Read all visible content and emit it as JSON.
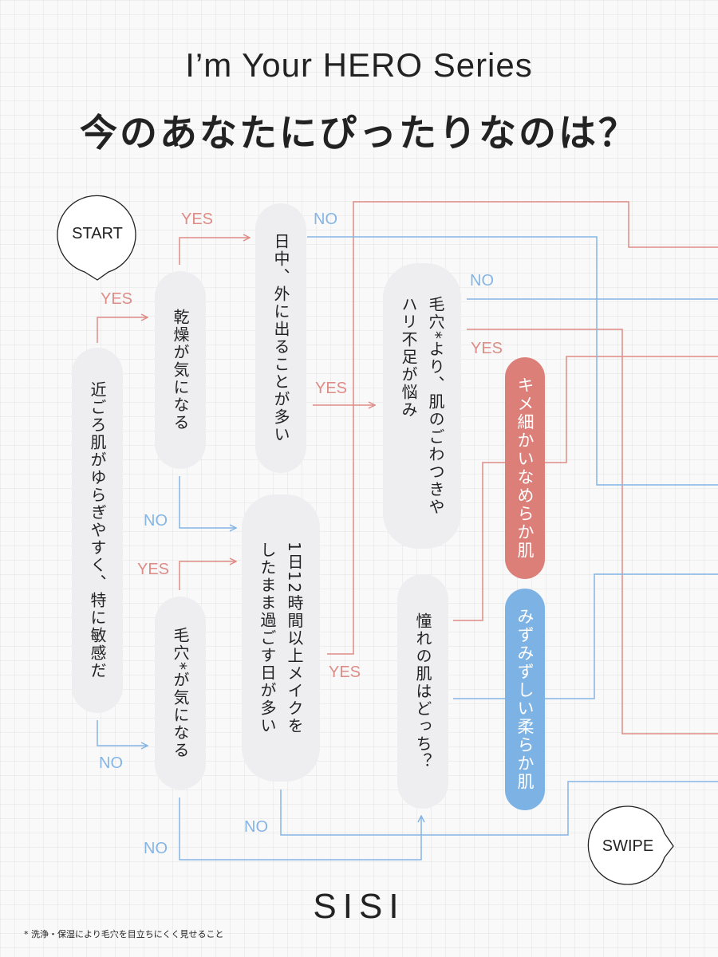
{
  "header": {
    "series_title": "I’m Your HERO Series",
    "question": "今のあなたにぴったりなのは？"
  },
  "bubbles": {
    "start": "START",
    "swipe": "SWIPE"
  },
  "nodes": {
    "q1": "近ごろ肌がゆらぎやすく、特に敏感だ",
    "q2": "乾燥が気になる",
    "q3": "毛穴*が気になる",
    "q4": "日中、外に出ることが多い",
    "q5": "1日12時間以上メイクを\nしたまま過ごす日が多い",
    "q6": "毛穴*より、肌のごわつきや\nハリ不足が悩み",
    "q7": "憧れの肌はどっち？",
    "r1": "キメ細かいなめらか肌",
    "r2": "みずみずしい柔らか肌"
  },
  "labels": {
    "yes": "YES",
    "no": "NO"
  },
  "colors": {
    "yes": "#df8c86",
    "no": "#86b5e3",
    "result_red": "#dc7f79",
    "result_blue": "#7db2e5",
    "node_bg": "#eeeef0"
  },
  "brand": "SISI",
  "footnote": "* 洗浄・保湿により毛穴を目立ちにくく見せること"
}
